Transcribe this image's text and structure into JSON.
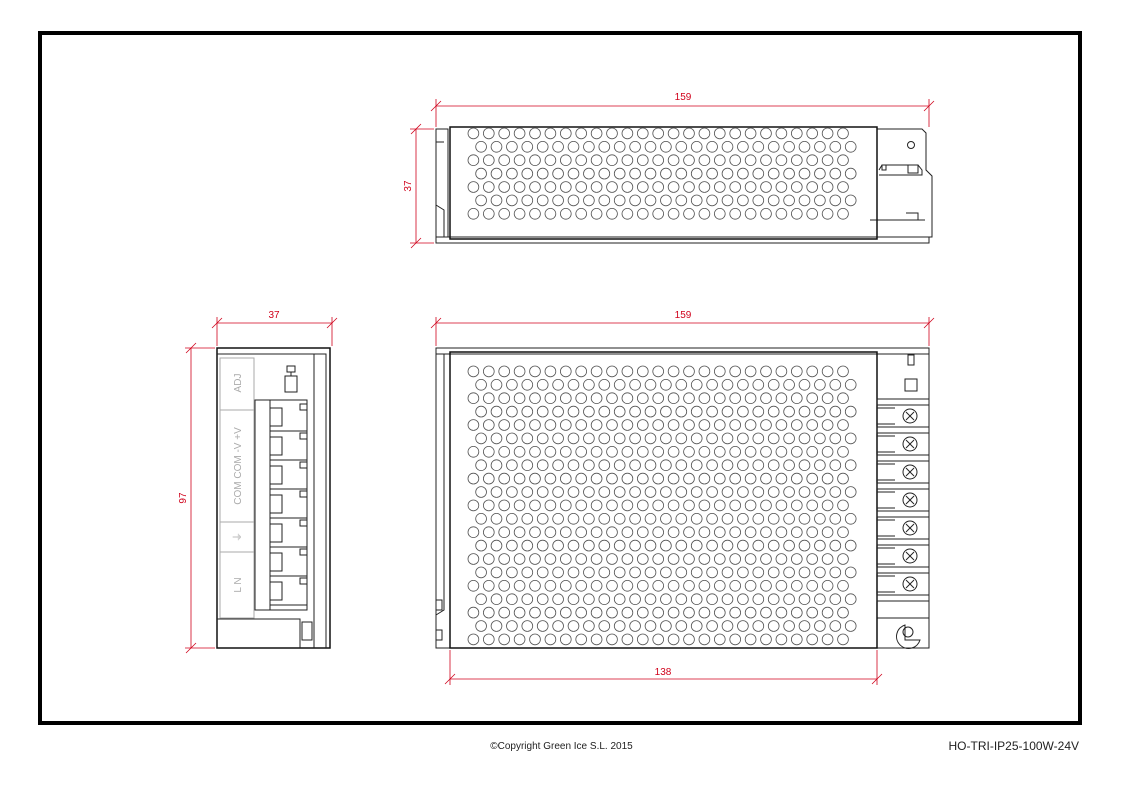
{
  "dimensions": {
    "top_view_width": "159",
    "top_view_height": "37",
    "side_view_width": "37",
    "side_view_height": "97",
    "front_view_width": "159",
    "front_view_cover_width": "138"
  },
  "terminal_labels": [
    "ADJ",
    "COM  COM  -V  +V",
    "⏚",
    "L  N"
  ],
  "footer": {
    "copyright": "©Copyright Green Ice S.L. 2015",
    "part_number": "HO-TRI-IP25-100W-24V"
  },
  "colors": {
    "dimension": "#d0021b",
    "line": "#222222",
    "frame": "#000000",
    "label_gray": "#aaaaaa"
  }
}
